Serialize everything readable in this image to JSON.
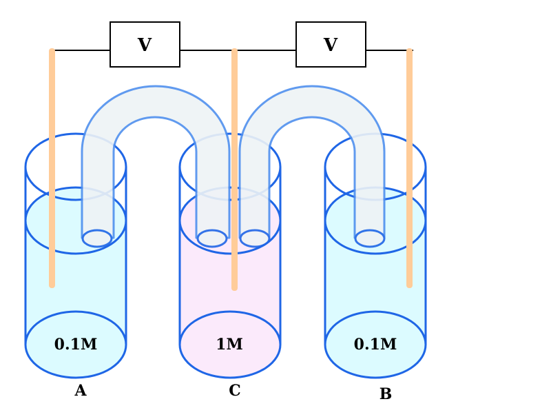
{
  "voltmeters": [
    {
      "label": "V"
    },
    {
      "label": "V"
    }
  ],
  "beakers": [
    {
      "label": "A",
      "concentration": "0.1M",
      "solution_color": "#dcfbff"
    },
    {
      "label": "C",
      "concentration": "1M",
      "solution_color": "#fbeafb"
    },
    {
      "label": "B",
      "concentration": "0.1M",
      "solution_color": "#dcfbff"
    }
  ],
  "colors": {
    "beaker_outline": "#1f66e6",
    "electrode": "#ffcc99",
    "salt_bridge_fill": "#eef3f6",
    "salt_bridge_outline": "#4f90ee",
    "wire": "#000000"
  }
}
